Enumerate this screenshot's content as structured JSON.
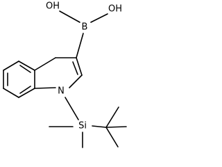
{
  "molecule": {
    "atoms": {
      "boron": "B",
      "hydroxyl_left": "OH",
      "hydroxyl_right": "OH",
      "nitrogen": "N",
      "silicon": "Si"
    }
  },
  "colors": {
    "ink": "#000000",
    "background": "#ffffff"
  }
}
